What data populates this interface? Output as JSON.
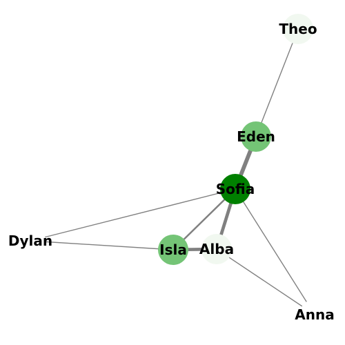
{
  "graph": {
    "node_color_scale": [
      "#f1f8f0",
      "#d4ecd2",
      "#74c476",
      "#008000"
    ],
    "edge_color": "#808080",
    "nodes": [
      {
        "id": "theo",
        "label": "Theo",
        "color": "#f1f8f0"
      },
      {
        "id": "eden",
        "label": "Eden",
        "color": "#74c476"
      },
      {
        "id": "sofia",
        "label": "Sofia",
        "color": "#008000"
      },
      {
        "id": "dylan",
        "label": "Dylan",
        "color": "#ffffff"
      },
      {
        "id": "isla",
        "label": "Isla",
        "color": "#74c476"
      },
      {
        "id": "alba",
        "label": "Alba",
        "color": "#f1f8f0"
      },
      {
        "id": "anna",
        "label": "Anna",
        "color": "#ffffff"
      }
    ],
    "edges": [
      {
        "source": "theo",
        "target": "eden",
        "weight": 1
      },
      {
        "source": "eden",
        "target": "sofia",
        "weight": 5
      },
      {
        "source": "sofia",
        "target": "dylan",
        "weight": 1
      },
      {
        "source": "sofia",
        "target": "isla",
        "weight": 2
      },
      {
        "source": "sofia",
        "target": "alba",
        "weight": 4
      },
      {
        "source": "sofia",
        "target": "anna",
        "weight": 1
      },
      {
        "source": "dylan",
        "target": "isla",
        "weight": 1
      },
      {
        "source": "isla",
        "target": "alba",
        "weight": 4
      },
      {
        "source": "alba",
        "target": "anna",
        "weight": 1
      }
    ]
  }
}
